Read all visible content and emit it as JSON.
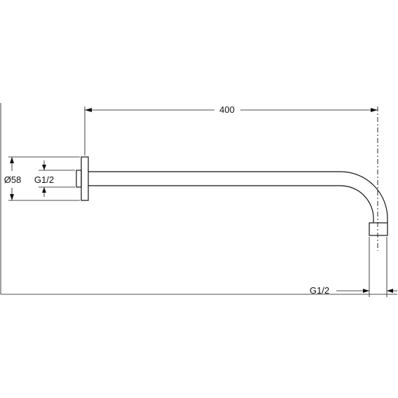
{
  "drawing": {
    "line_color": "#111111",
    "background": "#ffffff",
    "dimensions": {
      "length": "400",
      "flange_diameter": "Ø58",
      "wall_thread": "G1/2",
      "outlet_thread": "G1/2"
    }
  }
}
